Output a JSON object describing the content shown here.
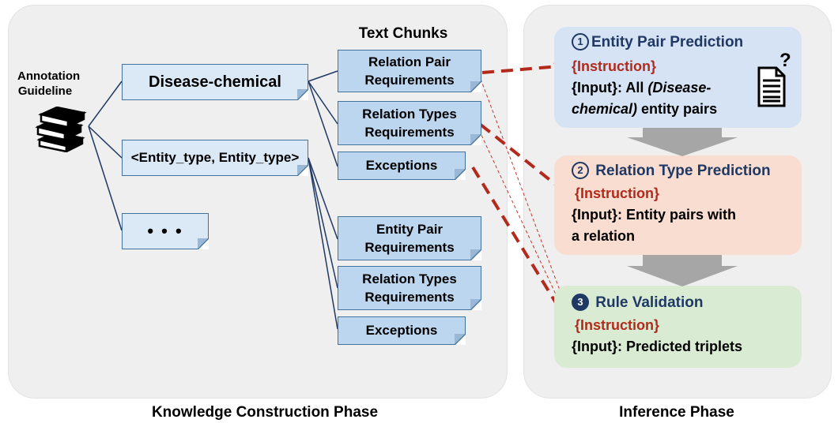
{
  "left": {
    "phase_label": "Knowledge Construction Phase",
    "guideline_label_line1": "Annotation",
    "guideline_label_line2": "Guideline",
    "text_chunks_title": "Text Chunks",
    "categories": [
      "Disease-chemical",
      "<Entity_type, Entity_type>",
      "• • •"
    ],
    "chunks_group1": [
      {
        "line1": "Relation Pair",
        "line2": "Requirements"
      },
      {
        "line1": "Relation Types",
        "line2": "Requirements"
      },
      {
        "line1": "Exceptions",
        "line2": ""
      }
    ],
    "chunks_group2": [
      {
        "line1": "Entity Pair",
        "line2": "Requirements"
      },
      {
        "line1": "Relation Types",
        "line2": "Requirements"
      },
      {
        "line1": "Exceptions",
        "line2": ""
      }
    ]
  },
  "right": {
    "phase_label": "Inference Phase",
    "stages": [
      {
        "number": "1",
        "title": "Entity Pair Prediction",
        "instruction": "{Instruction}",
        "input_prefix": "{Input}: All ",
        "input_italic_1": "(Disease-",
        "input_italic_2": "chemical)",
        "input_suffix": " entity pairs"
      },
      {
        "number": "2",
        "title": "Relation Type Prediction",
        "instruction": "{Instruction}",
        "input_line1": "{Input}: Entity pairs with",
        "input_line2": "a relation"
      },
      {
        "number": "3",
        "title": "Rule Validation",
        "instruction": "{Instruction}",
        "input_line1": "{Input}: Predicted triplets"
      }
    ],
    "doc_icon_mark": "?"
  },
  "colors": {
    "doc_fill": "#bdd6ef",
    "doc_border": "#41719c",
    "connector": "#1f3864",
    "arrow_red": "#b22a1c",
    "stage1": "#d6e3f4",
    "stage2": "#f8ddd0",
    "stage3": "#d9ecd3"
  }
}
